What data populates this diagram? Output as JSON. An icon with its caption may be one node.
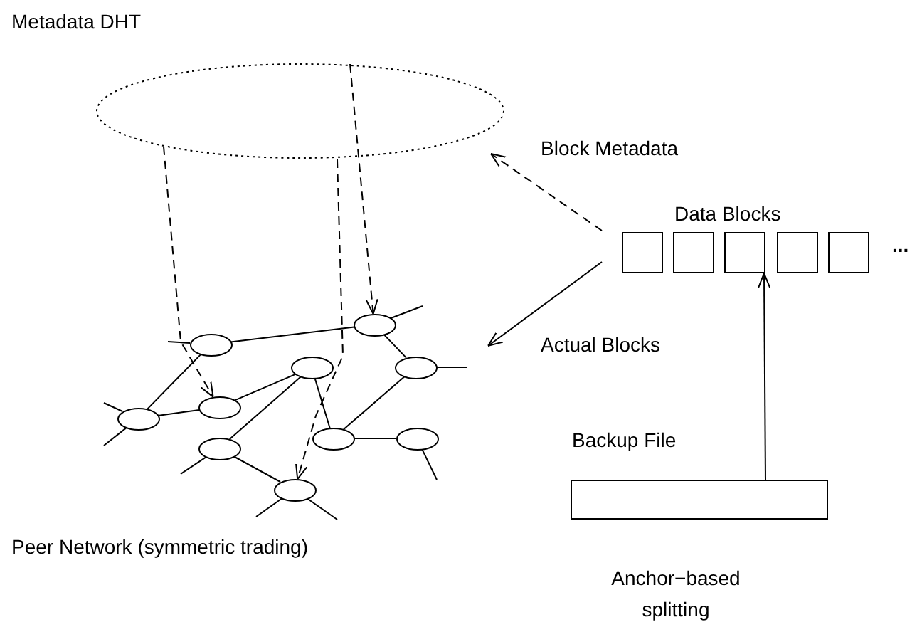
{
  "diagram": {
    "nodes": [
      {
        "text": [
          "Metadata DHT"
        ]
      },
      {
        "text": [
          "Peer Network (symmetric trading)"
        ]
      },
      {
        "text": [],
        "shape": "circle",
        "in": 1
      },
      {
        "text": [],
        "shape": "circle",
        "in": 1
      },
      {
        "text": [],
        "shape": "circle",
        "in": 1
      },
      {
        "text": [],
        "shape": "circle",
        "in": 1
      },
      {
        "text": [],
        "shape": "circle",
        "in": 1
      },
      {
        "text": [],
        "shape": "circle",
        "in": 1
      },
      {
        "text": [],
        "shape": "circle",
        "in": 1
      },
      {
        "text": [],
        "shape": "circle",
        "in": 1
      },
      {
        "text": [],
        "shape": "circle",
        "in": 1
      },
      {
        "text": [],
        "shape": "circle",
        "in": 1
      },
      {
        "text": [
          "Data Blocks"
        ]
      },
      {
        "text": [],
        "shape": "box",
        "in": 12
      },
      {
        "text": [],
        "shape": "box",
        "in": 12
      },
      {
        "text": [],
        "shape": "box",
        "in": 12
      },
      {
        "text": [],
        "shape": "box",
        "in": 12
      },
      {
        "text": [],
        "shape": "box",
        "in": 12
      },
      {
        "text": [
          "Backup File"
        ],
        "beside": [
          "Anchor−based splitting"
        ]
      }
    ],
    "edges": [
      {
        "from": 12,
        "to": 0,
        "arrow": "to",
        "label": "Block Metadata",
        "style": "dashed"
      },
      {
        "from": 12,
        "to": 1,
        "arrow": "to",
        "label": "Actual Blocks"
      },
      {
        "from": 18,
        "to": 15,
        "arrow": "to"
      },
      {
        "from": 0,
        "to": 6,
        "arrow": "to",
        "style": "dashed"
      },
      {
        "from": 0,
        "to": 11,
        "arrow": "to",
        "style": "dashed"
      },
      {
        "from": 0,
        "to": 2,
        "arrow": "to",
        "style": "dashed"
      },
      {
        "from": 3,
        "to": 2,
        "arrow": "none"
      },
      {
        "from": 3,
        "to": 7,
        "arrow": "none"
      },
      {
        "from": 7,
        "to": 6,
        "arrow": "none"
      },
      {
        "from": 6,
        "to": 4,
        "arrow": "none"
      },
      {
        "from": 4,
        "to": 10,
        "arrow": "none"
      },
      {
        "from": 4,
        "to": 8,
        "arrow": "none"
      },
      {
        "from": 2,
        "to": 5,
        "arrow": "none"
      },
      {
        "from": 5,
        "to": 8,
        "arrow": "none"
      },
      {
        "from": 8,
        "to": 9,
        "arrow": "none"
      },
      {
        "from": 10,
        "to": 11,
        "arrow": "none"
      },
      {
        "from": 3,
        "to": null,
        "arrow": "none"
      },
      {
        "from": 2,
        "to": null,
        "arrow": "none"
      },
      {
        "from": 5,
        "to": null,
        "arrow": "none"
      },
      {
        "from": 7,
        "to": null,
        "arrow": "none"
      },
      {
        "from": 7,
        "to": null,
        "arrow": "none"
      },
      {
        "from": 10,
        "to": null,
        "arrow": "none"
      },
      {
        "from": 11,
        "to": null,
        "arrow": "none"
      },
      {
        "from": 11,
        "to": null,
        "arrow": "none"
      },
      {
        "from": 9,
        "to": null,
        "arrow": "none"
      }
    ],
    "labels": [
      "..."
    ]
  }
}
